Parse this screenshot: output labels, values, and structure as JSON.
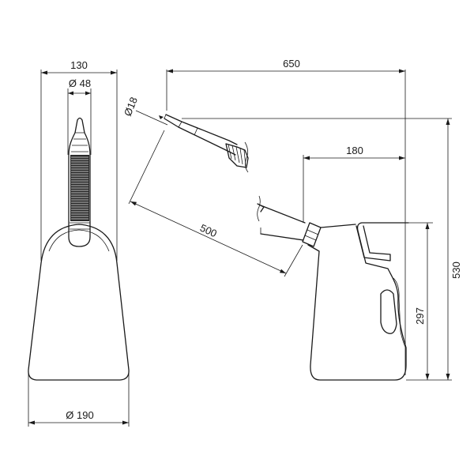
{
  "dimensions": {
    "width_top": "130",
    "inner_diameter": "Ø 48",
    "nozzle_diameter": "Ø18",
    "overall_length": "650",
    "spout_offset": "180",
    "spout_length": "500",
    "total_height": "530",
    "body_height": "297",
    "base_diameter": "Ø 190"
  }
}
